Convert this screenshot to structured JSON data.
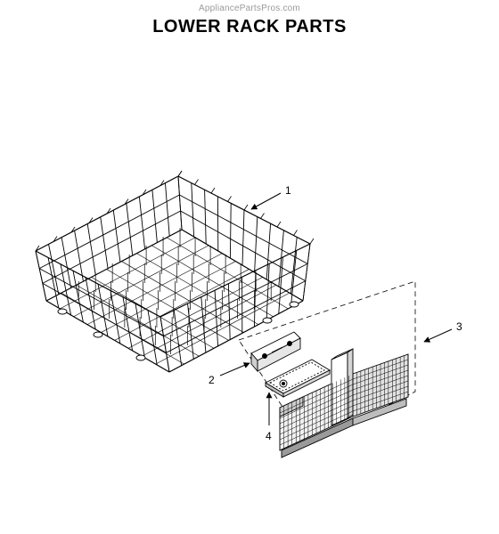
{
  "watermark": "AppliancePartsPros.com",
  "title": "LOWER RACK PARTS",
  "callouts": [
    {
      "id": "1",
      "label": "1"
    },
    {
      "id": "2",
      "label": "2"
    },
    {
      "id": "3",
      "label": "3"
    },
    {
      "id": "4",
      "label": "4"
    }
  ],
  "colors": {
    "line": "#000000",
    "watermark": "#9a9a9a",
    "background": "#ffffff"
  }
}
